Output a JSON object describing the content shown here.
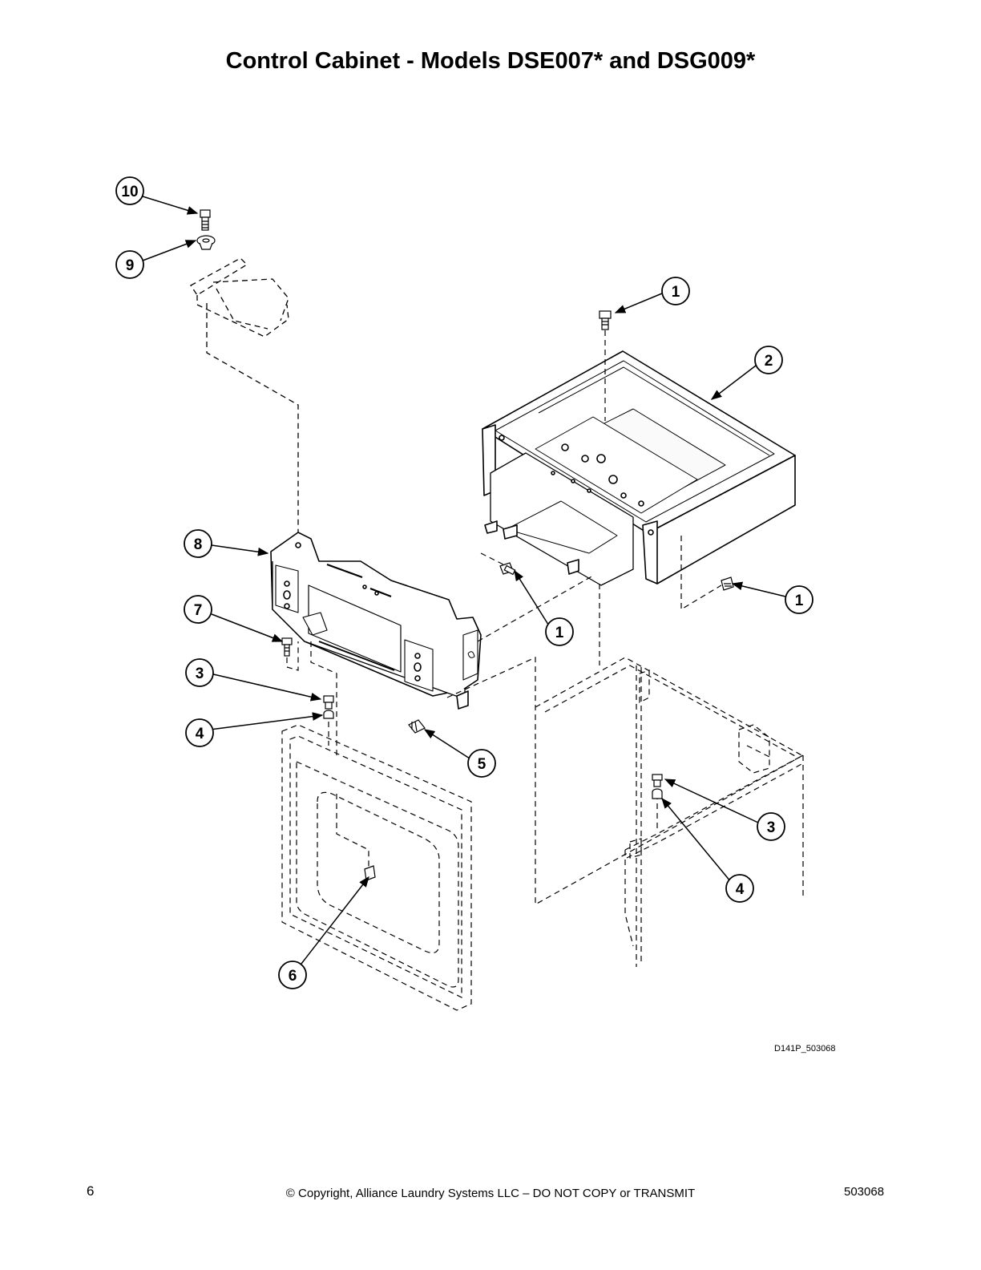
{
  "title": "Control Cabinet - Models DSE007* and DSG009*",
  "callouts": [
    {
      "label": "10"
    },
    {
      "label": "9"
    },
    {
      "label": "1"
    },
    {
      "label": "2"
    },
    {
      "label": "8"
    },
    {
      "label": "1"
    },
    {
      "label": "1"
    },
    {
      "label": "7"
    },
    {
      "label": "3"
    },
    {
      "label": "4"
    },
    {
      "label": "5"
    },
    {
      "label": "3"
    },
    {
      "label": "4"
    },
    {
      "label": "6"
    }
  ],
  "figure_id": "D141P_503068",
  "footer": {
    "page_number": "6",
    "copyright": "© Copyright, Alliance Laundry Systems LLC – DO NOT COPY or TRANSMIT",
    "document_number": "503068"
  }
}
